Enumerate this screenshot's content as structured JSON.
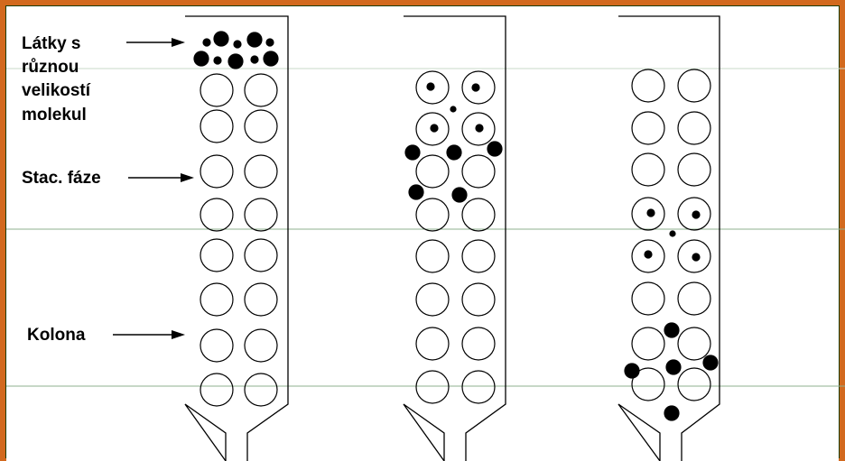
{
  "labels": {
    "molecules_line1": "Látky s",
    "molecules_line2": "různou",
    "molecules_line3": "velikostí",
    "molecules_line4": "molekul",
    "stationary_phase": "Stac. fáze",
    "column": "Kolona"
  },
  "colors": {
    "frame_green": "#1a3d0a",
    "frame_orange": "#d2691e",
    "background": "#ffffff",
    "ink": "#000000",
    "grid_line": "#8fb08f"
  }
}
